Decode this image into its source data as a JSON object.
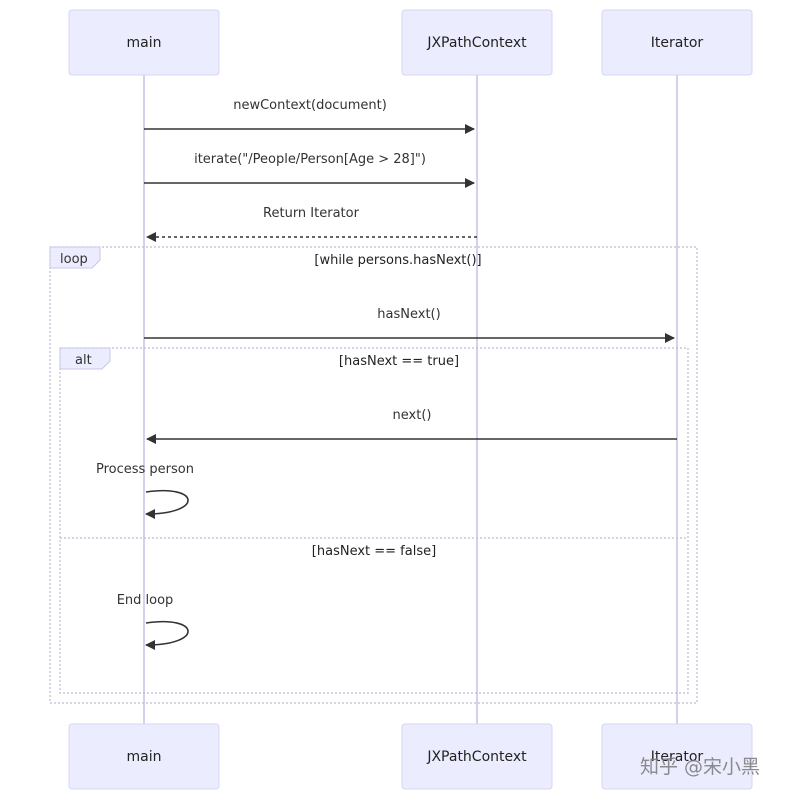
{
  "participants": {
    "main": "main",
    "context": "JXPathContext",
    "iterator": "Iterator"
  },
  "messages": {
    "new_context": "newContext(document)",
    "iterate": "iterate(\"/People/Person[Age > 28]\")",
    "return_iterator": "Return Iterator",
    "has_next": "hasNext()",
    "next": "next()",
    "process_person": "Process person",
    "end_loop": "End loop"
  },
  "frames": {
    "loop": {
      "label": "loop",
      "condition": "[while persons.hasNext()]"
    },
    "alt": {
      "label": "alt",
      "condition_true": "[hasNext == true]",
      "condition_false": "[hasNext == false]"
    }
  },
  "watermark": "知乎 @宋小黑",
  "colors": {
    "actor_fill": "#ECECFF",
    "lifeline": "#d2d2ec",
    "arrow": "#333333"
  }
}
